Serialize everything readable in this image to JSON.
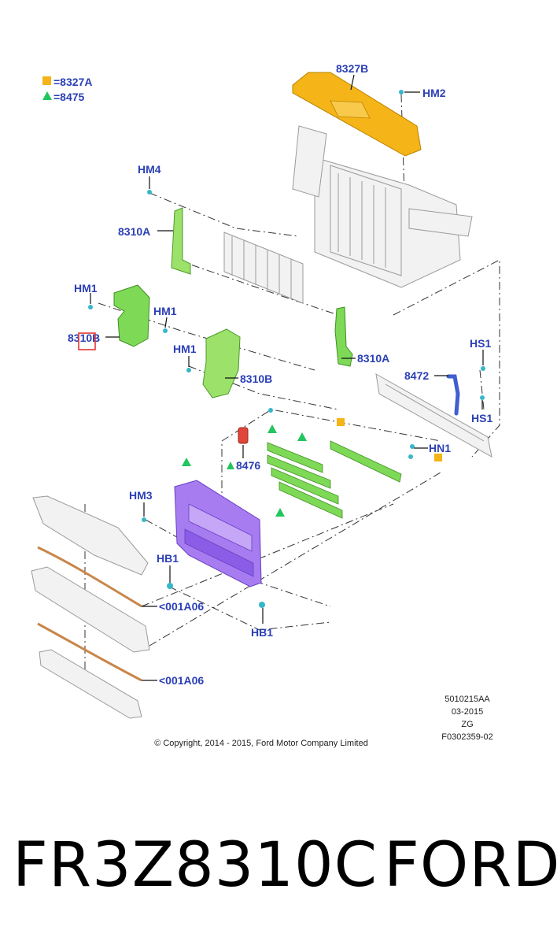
{
  "legend": [
    {
      "symbol": "square",
      "color": "#f5b417",
      "label": "=8327A"
    },
    {
      "symbol": "triangle",
      "color": "#22c55e",
      "label": "=8475"
    }
  ],
  "callouts": {
    "c_8327B": "8327B",
    "c_HM2": "HM2",
    "c_HM4": "HM4",
    "c_8310A_left": "8310A",
    "c_HM1_a": "HM1",
    "c_HM1_b": "HM1",
    "c_8310B_left": "8310B",
    "c_HM1_c": "HM1",
    "c_8310A_right": "8310A",
    "c_8310B_center": "8310B",
    "c_HS1_top": "HS1",
    "c_8472": "8472",
    "c_HS1_bottom": "HS1",
    "c_HN1": "HN1",
    "c_8476": "8476",
    "c_HM3": "HM3",
    "c_HB1_left": "HB1",
    "c_001A06_top": "<001A06",
    "c_HB1_bottom": "HB1",
    "c_001A06_bottom": "<001A06"
  },
  "meta": {
    "code1": "5010215AA",
    "date": "03-2015",
    "zg": "ZG",
    "code2": "F0302359-02"
  },
  "copyright": "© Copyright, 2014 - 2015, Ford Motor Company Limited",
  "part_number": "FR3Z8310C",
  "brand": "FORD",
  "colors": {
    "callout": "#2b3fb5",
    "orange_part": "#f5b417",
    "green_part": "#7ed957",
    "purple_part": "#a77cf0",
    "red_part": "#e0473a",
    "copper_part": "#c8864a",
    "blue_part": "#3f5fd0",
    "highlight": "#e53935"
  }
}
